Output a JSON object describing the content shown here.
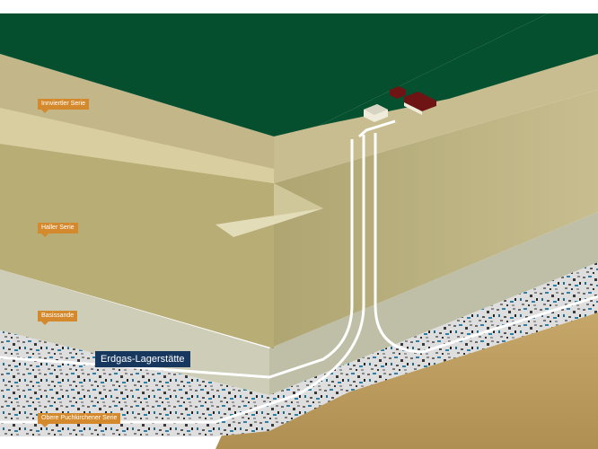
{
  "labels": {
    "innviertler": "Innviertler Serie",
    "haller": "Haller Serie",
    "basissande": "Basissande",
    "puchkirchener": "Obere Puchkirchener Serie",
    "deposit": "Erdgas-Lagerstätte"
  },
  "colors": {
    "surface": "#054f2e",
    "innviertler": "#c3b789",
    "haller": "#b9ad77",
    "basissande": "#ccccb7",
    "reservoir": "#dcdcdc",
    "bedrock": "#bd9d5f",
    "label_orange": "#d48a2c",
    "deposit_label": "#17375e",
    "building_red": "#6e1414"
  }
}
